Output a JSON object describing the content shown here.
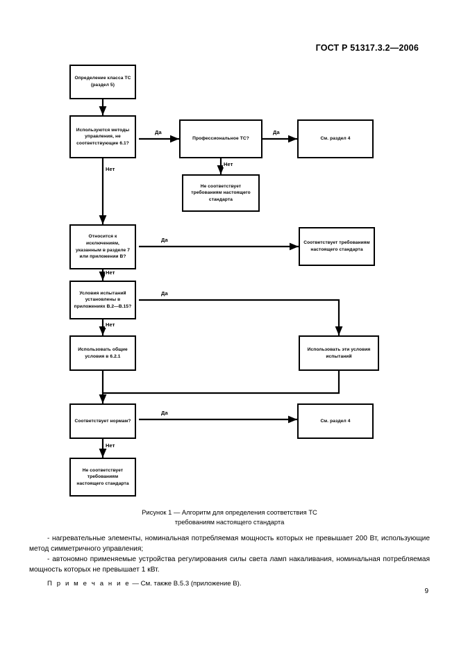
{
  "document": {
    "standard_header": "ГОСТ Р 51317.3.2—2006",
    "page_number": "9"
  },
  "figure": {
    "caption_line1": "Рисунок 1 — Алгоритм для определения соответствия ТС",
    "caption_line2": "требованиям настоящего стандарта",
    "nodes": {
      "n1": "Определение класса ТС (раздел 5)",
      "n2": "Используются методы управления, не соответствующие 6.1?",
      "n3": "Профессиональное ТС?",
      "n4": "См. раздел 4",
      "n5": "Не соответствует требованиям настоящего стандарта",
      "n6": "Относится к исключениям, указанным в разделе 7 или приложении В?",
      "n7": "Соответствует требованиям настоящего стандарта",
      "n8": "Условия испытаний установлены в приложениях В.2—В.15?",
      "n9": "Использовать общие условия в 6.2.1",
      "n10": "Использовать эти условия испытаний",
      "n11": "Соответствует нормам?",
      "n12": "См. раздел 4",
      "n13": "Не соответствует требованиям настоящего стандарта"
    },
    "labels": {
      "yes": "Да",
      "no": "Нет"
    },
    "edge_labels": [
      {
        "id": "e1-yes",
        "text": "Да"
      },
      {
        "id": "e1-no",
        "text": "Нет"
      },
      {
        "id": "e2-yes",
        "text": "Да"
      },
      {
        "id": "e2-no",
        "text": "Нет"
      },
      {
        "id": "e3-yes",
        "text": "Да"
      },
      {
        "id": "e3-no",
        "text": "Нет"
      },
      {
        "id": "e4-yes",
        "text": "Да"
      },
      {
        "id": "e4-no",
        "text": "Нет"
      },
      {
        "id": "e5-yes",
        "text": "Да"
      },
      {
        "id": "e5-no",
        "text": "Нет"
      }
    ]
  },
  "body": {
    "bullet1": "- нагревательные элементы, номинальная потребляемая мощность которых не превышает 200 Вт, использующие метод симметричного управления;",
    "bullet2": "- автономно применяемые устройства регулирования силы света ламп накаливания, номинальная потребляемая мощность которых не превышает 1 кВт.",
    "note_label": "П р и м е ч а н и е",
    "note_text": " — См. также В.5.3 (приложение В)."
  },
  "colors": {
    "ink": "#000000",
    "paper": "#ffffff"
  }
}
